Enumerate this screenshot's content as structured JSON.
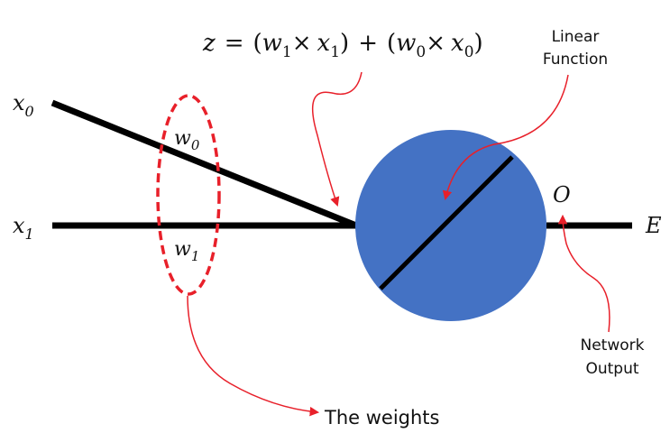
{
  "inputs": {
    "x0": {
      "base": "x",
      "sub": "0"
    },
    "x1": {
      "base": "x",
      "sub": "1"
    }
  },
  "weights": {
    "w0": {
      "base": "w",
      "sub": "0"
    },
    "w1": {
      "base": "w",
      "sub": "1"
    }
  },
  "formula": {
    "lhs": "z",
    "equals": "=",
    "open1": "(",
    "w1": "w",
    "w1_sub": "1",
    "times1": "×",
    "x1": "x",
    "x1_sub": "1",
    "close1": ")",
    "plus": "+",
    "open2": "(",
    "w0": "w",
    "w0_sub": "0",
    "times2": "×",
    "x0": "x",
    "x0_sub": "0",
    "close2": ")"
  },
  "output_symbol": "O",
  "error_symbol": "E",
  "annotations": {
    "linear_function": [
      "Linear",
      "Function"
    ],
    "network_output": [
      "Network",
      "Output"
    ],
    "weights": "The weights"
  },
  "colors": {
    "line": "#000000",
    "neuron": "#4472c4",
    "annotation_arrow": "#e8202a",
    "weights_ellipse": "#e8202a"
  }
}
